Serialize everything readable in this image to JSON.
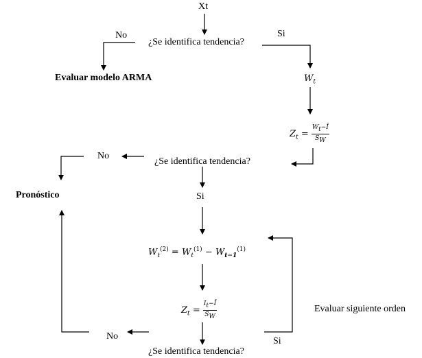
{
  "diagram": {
    "start": "Xt",
    "question1": "¿Se identifica tendencia?",
    "no1": "No",
    "si1": "Si",
    "evaluar_arma": "Evaluar modelo ARMA",
    "wt": {
      "base": "W",
      "sub": "t"
    },
    "zt1": {
      "lhs_base": "Z",
      "lhs_sub": "t",
      "eq": "=",
      "num": "W",
      "num_sub": "t",
      "num_rest": "−Ī",
      "den": "S",
      "den_sub": "W"
    },
    "question2": "¿Se identifica tendencia?",
    "no2": "No",
    "si2": "Si",
    "pronostico": "Pronóstico",
    "wt2": {
      "lhs": "W",
      "lhs_sub": "t",
      "lhs_sup": "(2)",
      "eq": "=",
      "a": "W",
      "a_sub": "t",
      "a_sup": "(1)",
      "minus": "−",
      "b": "W",
      "b_sub": "t−1",
      "b_sup": "(1)"
    },
    "zt2": {
      "lhs_base": "Z",
      "lhs_sub": "t",
      "eq": "=",
      "num": "I",
      "num_sub": "t",
      "num_rest": "−Ī",
      "den": "S",
      "den_sub": "W"
    },
    "question3": "¿Se identifica tendencia?",
    "no3": "No",
    "si3": "Si",
    "evaluar_siguiente": "Evaluar siguiente orden"
  }
}
